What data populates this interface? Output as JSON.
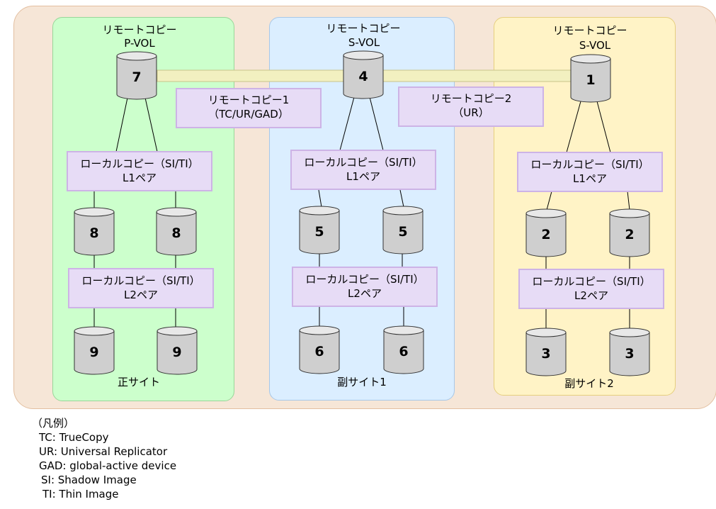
{
  "sites": [
    {
      "name": "正サイト",
      "remote_label": "リモートコピー",
      "vol_role": "P-VOL",
      "vol_main": "7",
      "pair_l1": [
        "ローカルコピー（SI/TI）",
        "L1ペア"
      ],
      "l1_vols": [
        "8",
        "8"
      ],
      "pair_l2": [
        "ローカルコピー（SI/TI）",
        "L2ペア"
      ],
      "l2_vols": [
        "9",
        "9"
      ]
    },
    {
      "name": "副サイト1",
      "remote_label": "リモートコピー",
      "vol_role": "S-VOL",
      "vol_main": "4",
      "pair_l1": [
        "ローカルコピー（SI/TI）",
        "L1ペア"
      ],
      "l1_vols": [
        "5",
        "5"
      ],
      "pair_l2": [
        "ローカルコピー（SI/TI）",
        "L2ペア"
      ],
      "l2_vols": [
        "6",
        "6"
      ]
    },
    {
      "name": "副サイト2",
      "remote_label": "リモートコピー",
      "vol_role": "S-VOL",
      "vol_main": "1",
      "pair_l1": [
        "ローカルコピー（SI/TI）",
        "L1ペア"
      ],
      "l1_vols": [
        "2",
        "2"
      ],
      "pair_l2": [
        "ローカルコピー（SI/TI）",
        "L2ペア"
      ],
      "l2_vols": [
        "3",
        "3"
      ]
    }
  ],
  "remote_pairs": [
    {
      "line1": "リモートコピー1",
      "line2": "（TC/UR/GAD）"
    },
    {
      "line1": "リモートコピー2",
      "line2": "（UR）"
    }
  ],
  "legend": {
    "title": "（凡例）",
    "items": [
      "TC: TrueCopy",
      "UR: Universal Replicator",
      "GAD: global-active device",
      "SI: Shadow Image",
      "TI: Thin Image"
    ]
  },
  "colors": {
    "site_primary": "#ccffcc",
    "site_secondary1": "#dbeeff",
    "site_secondary2": "#fff3c6",
    "pair_box": "#e7dcf6",
    "link_bar": "#f2f0c0",
    "volume": "#cfcfcf"
  }
}
